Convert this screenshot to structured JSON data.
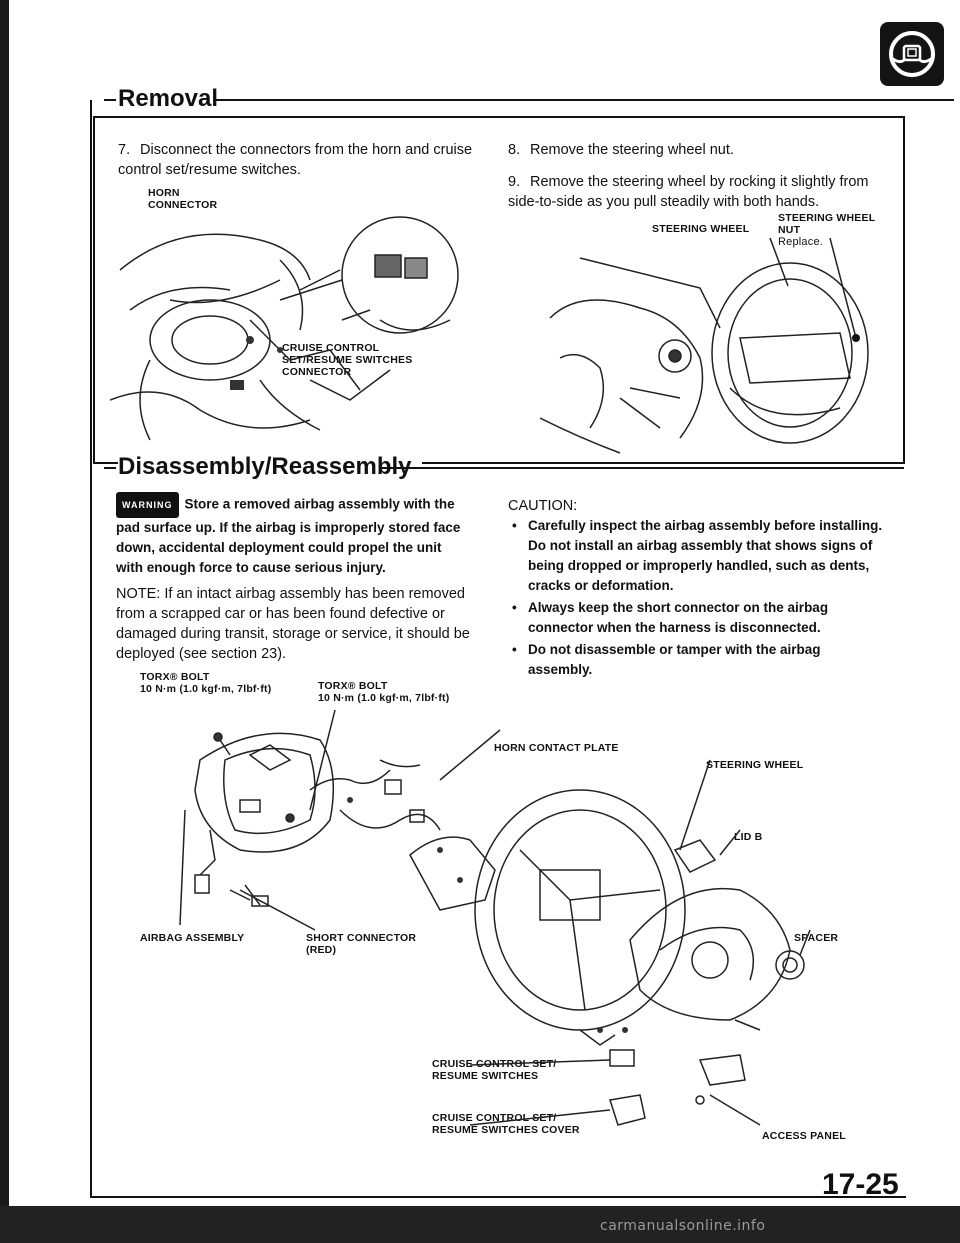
{
  "page": {
    "number": "17-25",
    "footer_watermark": "carmanualsonline.info"
  },
  "removal": {
    "title": "Removal",
    "step7_num": "7.",
    "step7_text": "Disconnect the connectors from the horn and cruise control set/resume switches.",
    "step8_num": "8.",
    "step8_text": "Remove the steering wheel nut.",
    "step9_num": "9.",
    "step9_text": "Remove the steering wheel by rocking it slightly from side-to-side as you pull steadily with both hands.",
    "labels": {
      "horn_connector_1": "HORN",
      "horn_connector_2": "CONNECTOR",
      "cruise_1": "CRUISE CONTROL",
      "cruise_2": "SET/RESUME SWITCHES",
      "cruise_3": "CONNECTOR",
      "steering_wheel": "STEERING WHEEL",
      "steering_wheel_nut_1": "STEERING WHEEL",
      "steering_wheel_nut_2": "NUT",
      "replace": "Replace."
    }
  },
  "disassembly": {
    "title": "Disassembly/Reassembly",
    "warning_badge": "WARNING",
    "warning_text": "Store a removed airbag assembly with the pad surface up. If the airbag is improperly stored face down, accidental deployment could propel the unit with enough force to cause serious injury.",
    "note_text": "NOTE: If an intact airbag assembly has been removed from a scrapped car or has been found defective or damaged during transit, storage or service, it should be deployed (see section 23).",
    "caution_title": "CAUTION:",
    "caution_items": [
      "Carefully inspect the airbag assembly before installing. Do not install an airbag assembly that shows signs of being dropped or improperly handled, such as dents, cracks or deformation.",
      "Always keep the short connector on the airbag connector when the harness is disconnected.",
      "Do not disassemble or tamper with the airbag assembly."
    ],
    "labels": {
      "torx_left_1": "TORX® BOLT",
      "torx_left_2": "10 N·m (1.0 kgf·m, 7lbf·ft)",
      "torx_right_1": "TORX® BOLT",
      "torx_right_2": "10 N·m (1.0 kgf·m, 7lbf·ft)",
      "horn_contact_plate": "HORN CONTACT PLATE",
      "steering_wheel": "STEERING WHEEL",
      "lid_b": "LID B",
      "spacer": "SPACER",
      "airbag_assembly": "AIRBAG ASSEMBLY",
      "short_connector_1": "SHORT CONNECTOR",
      "short_connector_2": "(RED)",
      "cruise_switches_1": "CRUISE CONTROL SET/",
      "cruise_switches_2": "RESUME SWITCHES",
      "cruise_cover_1": "CRUISE CONTROL SET/",
      "cruise_cover_2": "RESUME SWITCHES COVER",
      "access_panel": "ACCESS PANEL"
    }
  }
}
